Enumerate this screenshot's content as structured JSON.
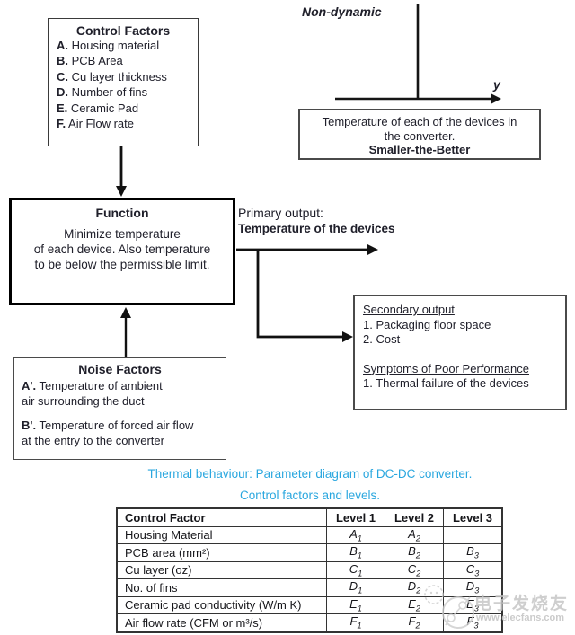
{
  "diagram": {
    "control_factors": {
      "title": "Control Factors",
      "items": [
        {
          "prefix": "A.",
          "text": "Housing material"
        },
        {
          "prefix": "B.",
          "text": "PCB Area"
        },
        {
          "prefix": "C.",
          "text": "Cu layer thickness"
        },
        {
          "prefix": "D.",
          "text": "Number of fins"
        },
        {
          "prefix": "E.",
          "text": "Ceramic Pad"
        },
        {
          "prefix": "F.",
          "text": "Air Flow rate"
        }
      ]
    },
    "non_dynamic_label": "Non-dynamic",
    "axis_y_label": "y",
    "ideal_function_box": {
      "line1": "Temperature of each of the devices in",
      "line2": "the converter.",
      "line3": "Smaller-the-Better"
    },
    "function_box": {
      "title": "Function",
      "body_lines": [
        "Minimize temperature",
        "of each device. Also temperature",
        "to be below the permissible limit."
      ]
    },
    "primary_output": {
      "label": "Primary output:",
      "value": "Temperature of the devices"
    },
    "secondary_output": {
      "heading1": "Secondary output",
      "items1": [
        "1. Packaging floor space",
        "2. Cost"
      ],
      "heading2": "Symptoms of Poor Performance",
      "items2": [
        "1. Thermal failure of the devices"
      ]
    },
    "noise_factors": {
      "title": "Noise Factors",
      "items": [
        {
          "prefix": "A'.",
          "lines": [
            "Temperature of ambient",
            "air surrounding the duct"
          ]
        },
        {
          "prefix": "B'.",
          "lines": [
            "Temperature of forced air flow",
            "at the entry to the converter"
          ]
        }
      ]
    }
  },
  "captions": {
    "figure": "Thermal behaviour: Parameter diagram of DC-DC converter.",
    "table": "Control factors and levels."
  },
  "table": {
    "headers": [
      "Control Factor",
      "Level 1",
      "Level 2",
      "Level 3"
    ],
    "rows": [
      {
        "factor": "Housing Material",
        "levels": [
          "A1",
          "A2",
          ""
        ]
      },
      {
        "factor": "PCB area (mm²)",
        "levels": [
          "B1",
          "B2",
          "B3"
        ]
      },
      {
        "factor": "Cu layer (oz)",
        "levels": [
          "C1",
          "C2",
          "C3"
        ]
      },
      {
        "factor": "No. of fins",
        "levels": [
          "D1",
          "D2",
          "D3"
        ]
      },
      {
        "factor": "Ceramic pad conductivity (W/m K)",
        "levels": [
          "E1",
          "E2",
          "E3"
        ]
      },
      {
        "factor": "Air flow rate (CFM or m³/s)",
        "levels": [
          "F1",
          "F2",
          "F3"
        ]
      }
    ]
  },
  "watermark": {
    "brand": "电子发烧友",
    "url": "www.elecfans.com"
  },
  "colors": {
    "caption_blue": "#2AA7DF",
    "diagram_text": "#20202b",
    "watermark_gray": "#c6c6c6"
  }
}
